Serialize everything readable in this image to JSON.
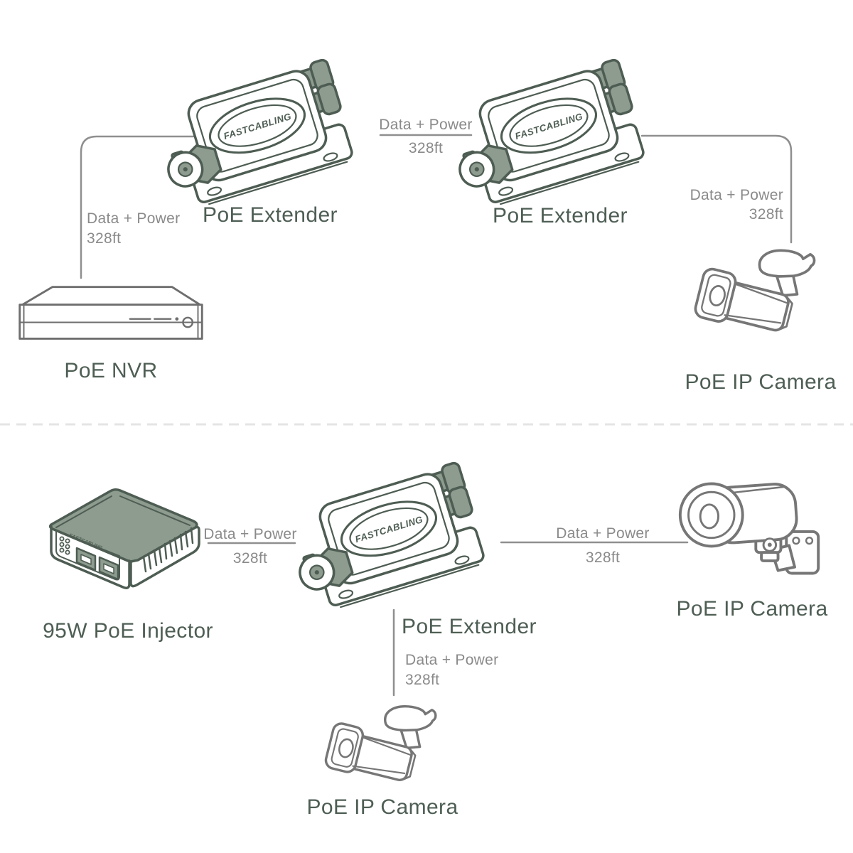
{
  "brand": {
    "logo_text": "FASTCABLING"
  },
  "colors": {
    "device_outline": "#4e5d53",
    "device_accent_fill": "#8e9c8f",
    "camera_outline": "#767676",
    "device_label_text": "#4e5e54",
    "connection_label_text": "#8a8a8a",
    "connection_line": "#8f8f8f",
    "section_divider": "#e4e4e4"
  },
  "devices": {
    "extender_top_left": {
      "label": "PoE Extender"
    },
    "extender_top_right": {
      "label": "PoE Extender"
    },
    "nvr": {
      "label": "PoE NVR"
    },
    "camera_top_right": {
      "label": "PoE IP Camera"
    },
    "injector": {
      "label": "95W PoE Injector"
    },
    "extender_bottom": {
      "label": "PoE Extender"
    },
    "camera_bottom_right": {
      "label": "PoE IP Camera"
    },
    "camera_bottom_center": {
      "label": "PoE IP Camera"
    }
  },
  "connections": {
    "nvr_to_extender": {
      "type_label": "Data + Power",
      "distance_label": "328ft"
    },
    "extender_to_extender": {
      "type_label": "Data + Power",
      "distance_label": "328ft"
    },
    "extender_to_camera_top": {
      "type_label": "Data + Power",
      "distance_label": "328ft"
    },
    "injector_to_extender": {
      "type_label": "Data + Power",
      "distance_label": "328ft"
    },
    "extender_to_camera_right": {
      "type_label": "Data + Power",
      "distance_label": "328ft"
    },
    "extender_to_camera_bottom": {
      "type_label": "Data + Power",
      "distance_label": "328ft"
    }
  }
}
